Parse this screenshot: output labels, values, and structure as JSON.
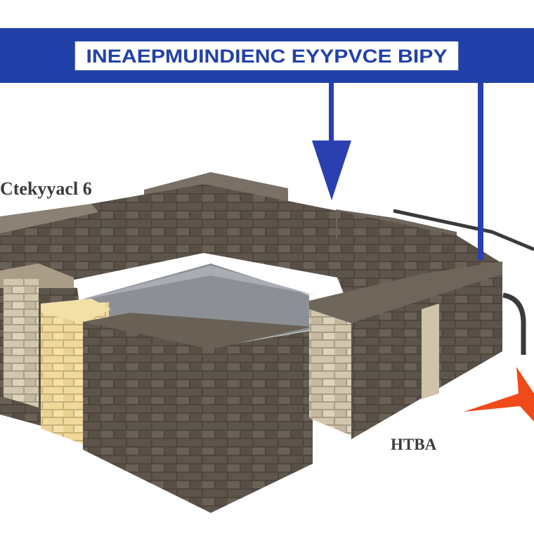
{
  "title": {
    "text": "INEAEPMUINDIENC EYYPVCE BIPY"
  },
  "labels": {
    "left": "Ctekyyacl 6",
    "right": "HTBA"
  },
  "colors": {
    "title_blue": "#2241a8",
    "arrow_blue": "#2a3fb0",
    "arrow_orange": "#f04a1a",
    "brick_dark": "#4e463d",
    "brick_light": "#d2c6ad",
    "brick_yellow": "#f0d99a",
    "slab_gray": "#8c9096",
    "label_gray": "#3b3b3b"
  },
  "icons": {
    "down_arrow": "arrow-down-icon",
    "right_arrow": "arrow-right-icon"
  }
}
